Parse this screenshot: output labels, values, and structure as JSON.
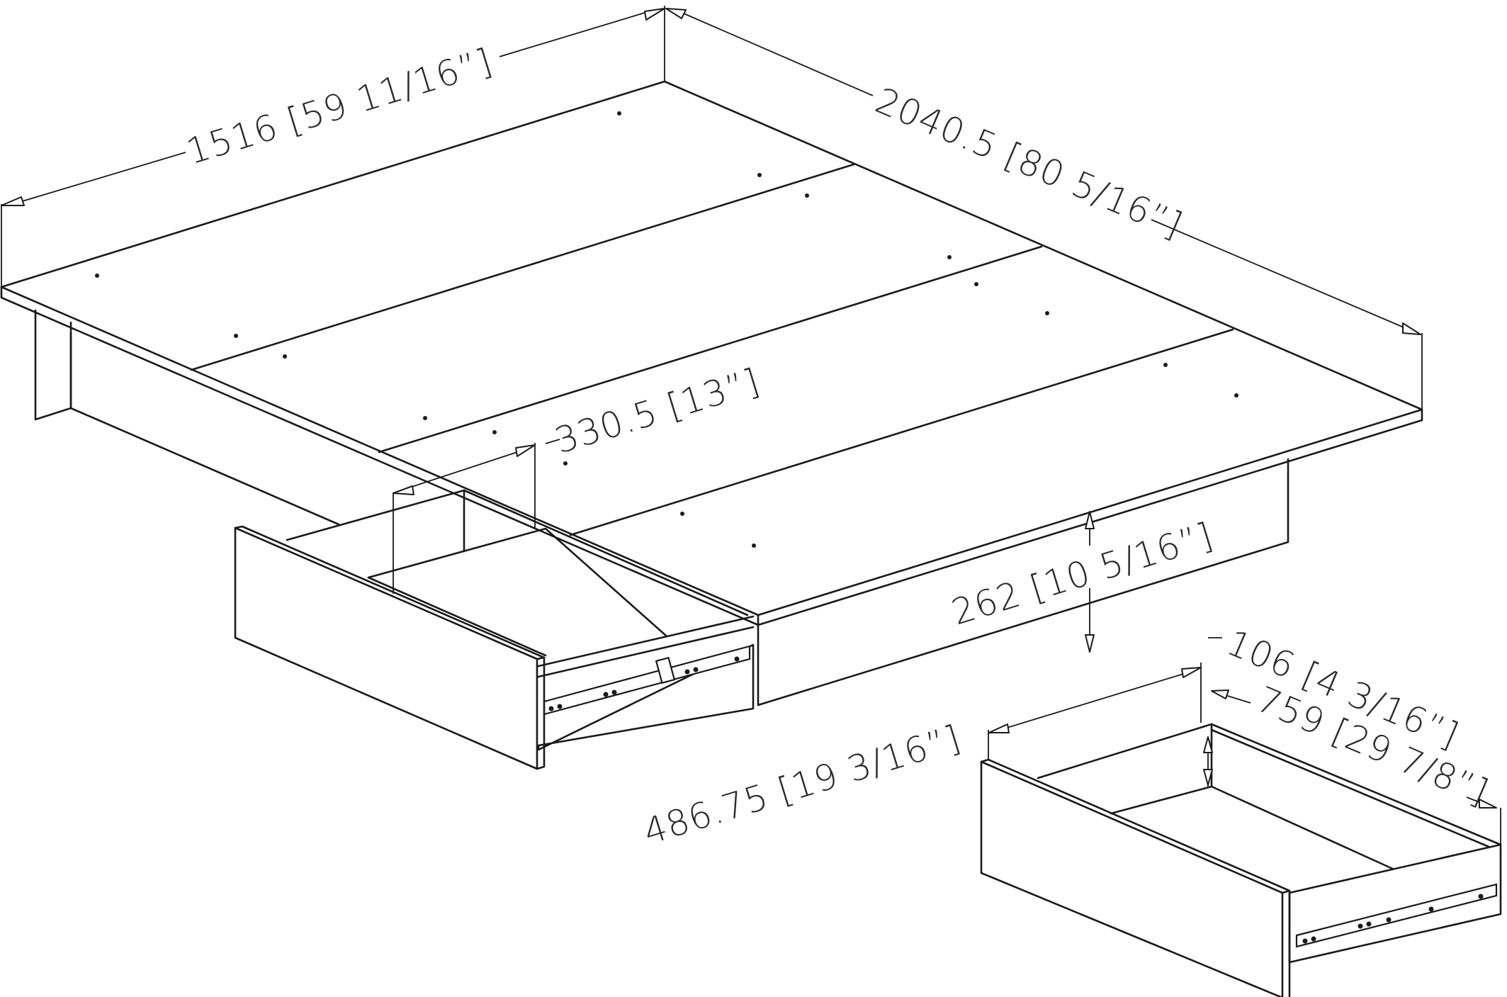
{
  "diagram": {
    "dimensions": {
      "width": "1516 [59 11/16”]",
      "length": "2040.5 [80 5/16”]",
      "drawer_depth": "330.5 [13”]",
      "height": "262 [10 5/16”]",
      "drawer_width": "486.75 [19 3/16”]",
      "drawer_height": "106 [4 3/16”]",
      "drawer_length": "759 [29 7/8”]"
    },
    "line_color": "#1a1a1a",
    "background": "#ffffff"
  }
}
